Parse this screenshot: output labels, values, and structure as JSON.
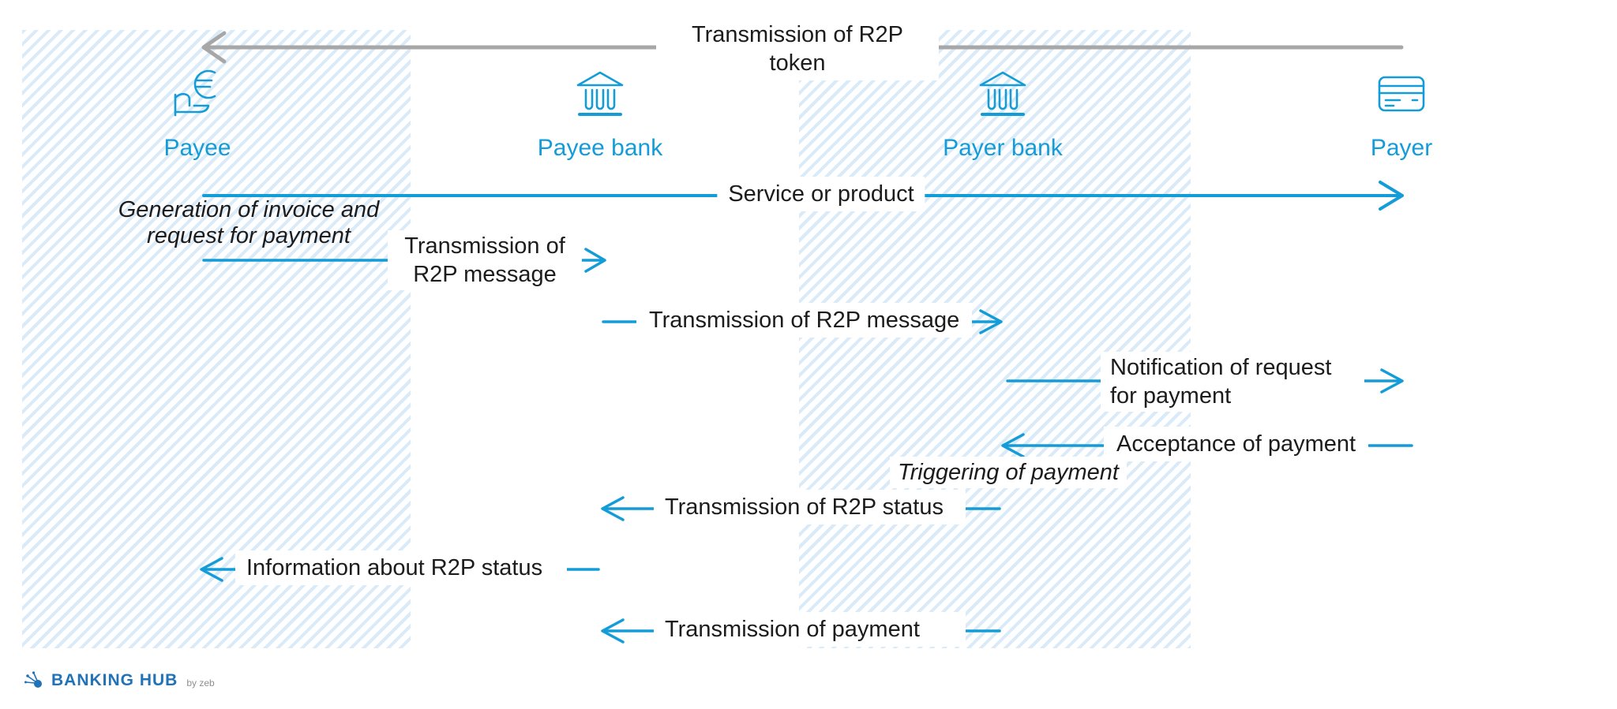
{
  "colors": {
    "accent_blue": "#149cd8",
    "hatch_blue": "#d9eaf8",
    "arrow_gray": "#a7a7a7",
    "text_black": "#1c1c1c",
    "logo_blue": "#2272b8",
    "byline_gray": "#8f8f8f"
  },
  "participants": [
    {
      "label": "Payee",
      "icon": "hand-euro-icon"
    },
    {
      "label": "Payee bank",
      "icon": "bank-icon"
    },
    {
      "label": "Payer bank",
      "icon": "bank-icon"
    },
    {
      "label": "Payer",
      "icon": "credit-card-icon"
    }
  ],
  "flows": {
    "token": {
      "label": "Transmission of R2P token",
      "from": "Payer",
      "to": "Payee",
      "style": "gray-arrow-left"
    },
    "service": {
      "label": "Service or product",
      "from": "Payee",
      "to": "Payer",
      "style": "blue-arrow-right"
    },
    "note_generation": {
      "label": "Generation of invoice and request for payment",
      "at": "Payee",
      "style": "italic-note"
    },
    "r2p_msg_1": {
      "label": "Transmission of R2P message",
      "from": "Payee",
      "to": "Payee bank",
      "style": "blue-arrow-right"
    },
    "r2p_msg_2": {
      "label": "Transmission of R2P message",
      "from": "Payee bank",
      "to": "Payer bank",
      "style": "blue-arrow-right"
    },
    "notification": {
      "label": "Notification of request for payment",
      "from": "Payer bank",
      "to": "Payer",
      "style": "blue-arrow-right"
    },
    "acceptance": {
      "label": "Acceptance of payment",
      "from": "Payer",
      "to": "Payer bank",
      "style": "blue-arrow-left"
    },
    "note_triggering": {
      "label": "Triggering of payment",
      "at": "Payer bank",
      "style": "italic-note"
    },
    "status": {
      "label": "Transmission of R2P status",
      "from": "Payer bank",
      "to": "Payee bank",
      "style": "blue-arrow-left"
    },
    "info_status": {
      "label": "Information about R2P status",
      "from": "Payee bank",
      "to": "Payee",
      "style": "blue-arrow-left"
    },
    "payment": {
      "label": "Transmission of payment",
      "from": "Payer bank",
      "to": "Payee bank",
      "style": "blue-arrow-left"
    }
  },
  "footer": {
    "brand_name": "BANKING",
    "brand_bold": "HUB",
    "byline": "by zeb"
  }
}
